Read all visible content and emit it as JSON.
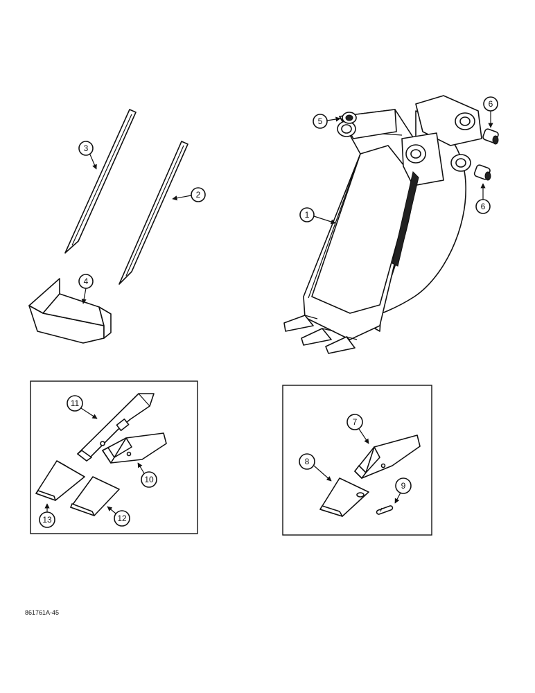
{
  "figure_code": "861761A-45",
  "callouts": [
    "1",
    "2",
    "3",
    "4",
    "5",
    "6",
    "6",
    "7",
    "8",
    "9",
    "10",
    "11",
    "12",
    "13"
  ]
}
